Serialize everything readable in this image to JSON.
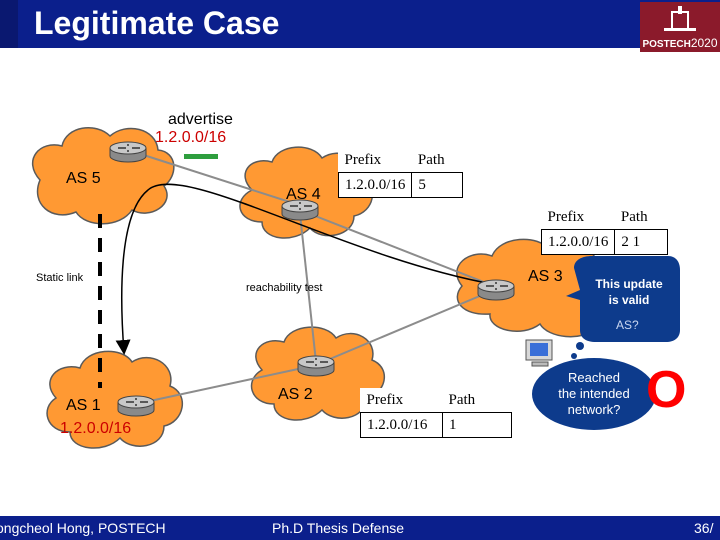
{
  "slide": {
    "title": "Legitimate Case",
    "logo_text": "POSTECH",
    "logo_year": "2020",
    "footer_left": "ongcheol Hong, POSTECH",
    "footer_center": "Ph.D Thesis Defense",
    "footer_right": "36/"
  },
  "labels": {
    "advertise": "advertise",
    "advertise_prefix": "1.2.0.0/16",
    "as5": "AS 5",
    "as4": "AS 4",
    "as3": "AS 3",
    "as2": "AS 2",
    "as1": "AS 1",
    "as1_prefix": "1.2.0.0/16",
    "static_link": "Static link",
    "reachability_test": "reachability test",
    "update_valid_line1": "This update",
    "update_valid_line2": "is valid",
    "cloud_residual": "AS?",
    "reached_line1": "Reached",
    "reached_line2": "the intended",
    "reached_line3": "network?",
    "verdict": "O"
  },
  "tables": {
    "as4": {
      "headers": [
        "Prefix",
        "Path"
      ],
      "rows": [
        [
          "1.2.0.0/16",
          "5"
        ]
      ]
    },
    "as3": {
      "headers": [
        "Prefix",
        "Path"
      ],
      "rows": [
        [
          "1.2.0.0/16",
          "2 1"
        ]
      ]
    },
    "as2": {
      "headers": [
        "Prefix",
        "Path"
      ],
      "rows": [
        [
          "1.2.0.0/16",
          "1"
        ]
      ]
    }
  },
  "colors": {
    "title_bar": "#0b1f8c",
    "cloud_fill": "#ff9933",
    "advertise_prefix": "#cc0000",
    "verdict": "#ff0000",
    "callout": "#0d3b8c",
    "advertise_marker": "#2e9e3e"
  }
}
